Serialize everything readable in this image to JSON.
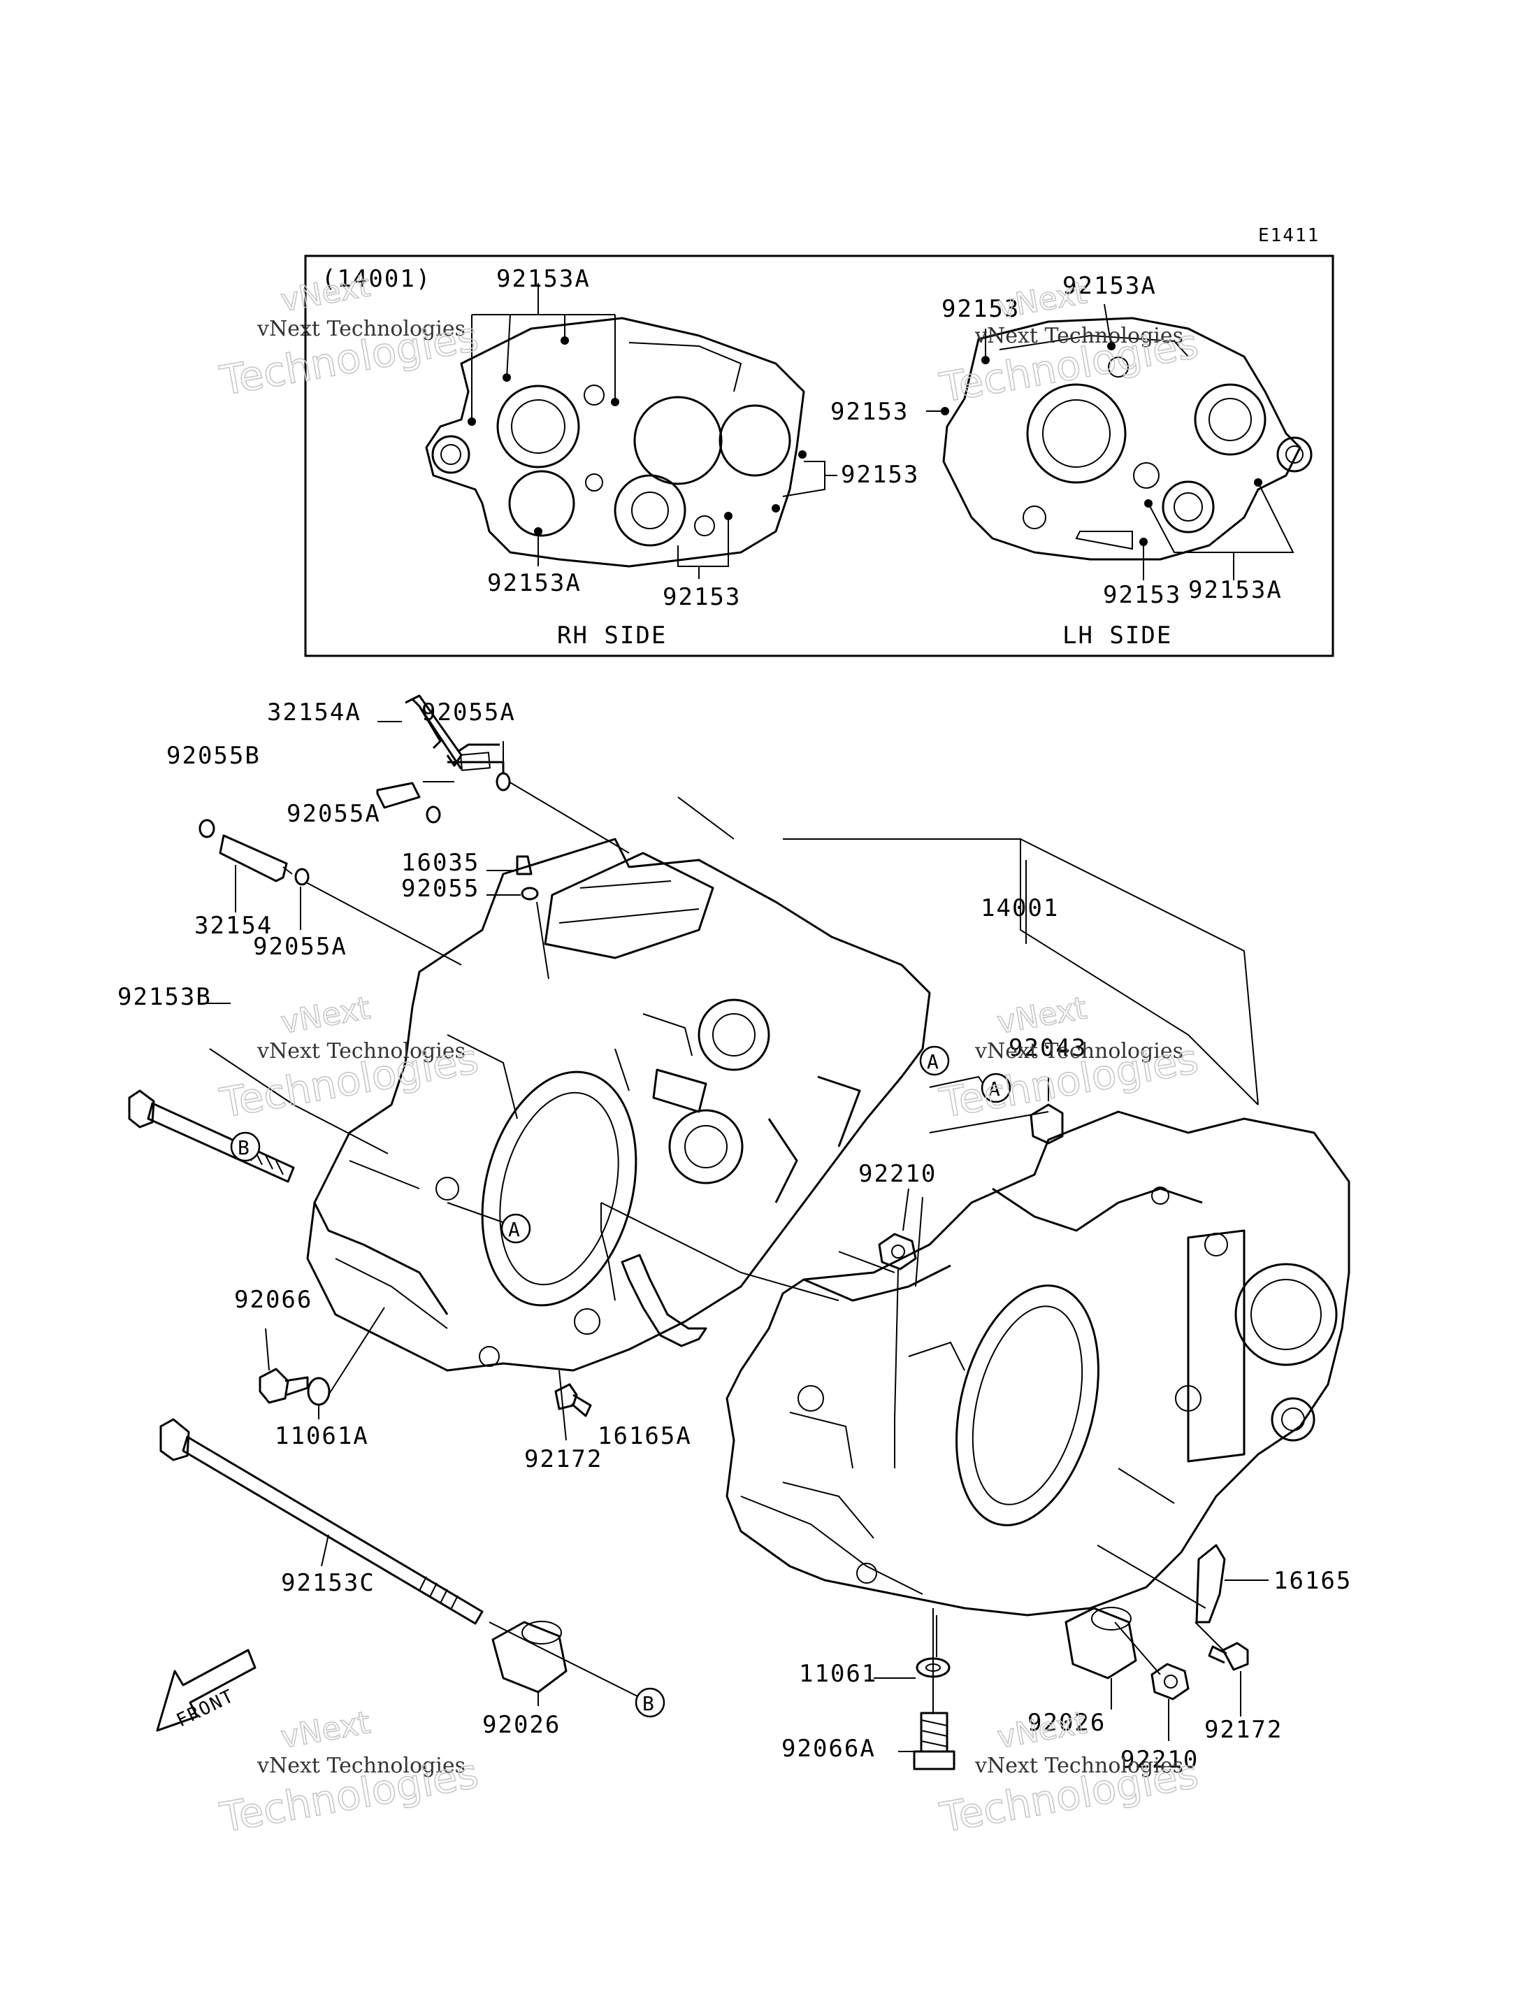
{
  "diagram": {
    "code": "E1411",
    "inset": {
      "kit_label": "(14001)",
      "rh_side": "RH SIDE",
      "lh_side": "LH SIDE"
    },
    "callouts": {
      "A": "A",
      "B": "B"
    },
    "front_label": "FRONT",
    "watermark": {
      "small": "vNext Technologies",
      "top": "vNext",
      "big": "Technologies"
    },
    "parts": {
      "p92153A_rh_top": "92153A",
      "p92153A_rh_bottom": "92153A",
      "p92153_rh_right": "92153",
      "p92153_rh_bottom": "92153",
      "p92153_lh_top": "92153",
      "p92153A_lh_top": "92153A",
      "p92153_lh_left": "92153",
      "p92153_lh_bottom": "92153",
      "p92153A_lh_bottom": "92153A",
      "p32154A": "32154A",
      "p92055A_top": "92055A",
      "p92055B": "92055B",
      "p92055A_mid": "92055A",
      "p16035": "16035",
      "p92055": "92055",
      "p32154": "32154",
      "p92055A_low": "92055A",
      "p14001": "14001",
      "p92153B": "92153B",
      "p92043": "92043",
      "p92210_top": "92210",
      "p92066": "92066",
      "p11061A": "11061A",
      "p16165A": "16165A",
      "p92172_left": "92172",
      "p92153C": "92153C",
      "p16165": "16165",
      "p11061": "11061",
      "p92026_left": "92026",
      "p92026_right": "92026",
      "p92172_right": "92172",
      "p92066A": "92066A",
      "p92210_bottom": "92210"
    }
  }
}
